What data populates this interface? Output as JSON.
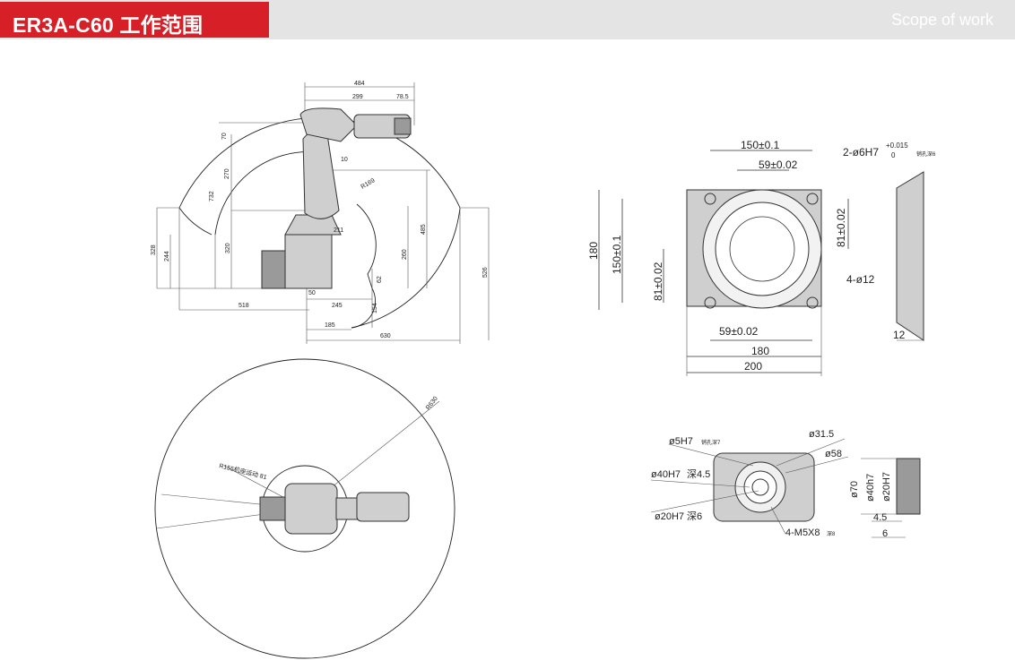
{
  "header": {
    "title": "ER3A-C60 工作范围",
    "subtitle": "Scope of work"
  },
  "colors": {
    "accent": "#d61f26",
    "header_bg": "#e4e4e4"
  },
  "side_view": {
    "top_dims": [
      "484",
      "299",
      "78.5"
    ],
    "vertical_left": [
      "70",
      "270",
      "732",
      "320",
      "328",
      "244"
    ],
    "inner": [
      "10",
      "R169",
      "211",
      "485",
      "260",
      "62",
      "154",
      "526"
    ],
    "bottom": [
      "518",
      "50",
      "245",
      "185",
      "630"
    ]
  },
  "top_view": {
    "labels": [
      "R630",
      "R155机座运动 81"
    ]
  },
  "base_flange": {
    "w150": "150±0.1",
    "w59_top": "59±0.02",
    "hole_spec": "2-ø6H7",
    "hole_tol_plus": "+0.015",
    "hole_tol_zero": "0",
    "hole_note": "销孔深6",
    "h81_right": "81±0.02",
    "h180": "180",
    "h150": "150±0.1",
    "h81_left": "81±0.02",
    "bolt": "4-ø12",
    "w59_bottom": "59±0.02",
    "w180": "180",
    "w200": "200",
    "t12": "12"
  },
  "tool_flange": {
    "d5": "ø5H7",
    "d5_note": "销孔深7",
    "d31": "ø31.5",
    "d58": "ø58",
    "d40": "ø40H7",
    "d40_depth": "深4.5",
    "d20": "ø20H7",
    "d20_depth": "深6",
    "thread": "4-M5X8",
    "thread_note": "深8",
    "s70": "ø70",
    "s40": "ø40h7",
    "s20": "ø20H7",
    "s45": "4.5",
    "s6": "6"
  }
}
